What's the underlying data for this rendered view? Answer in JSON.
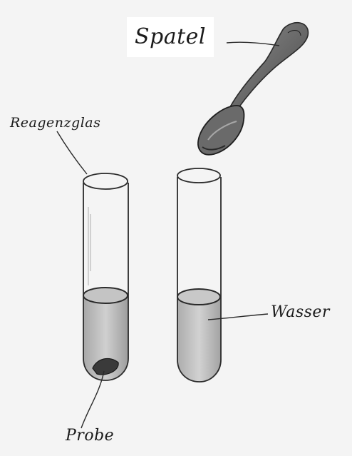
{
  "labels": {
    "spatel": "Spatel",
    "reagenzglas": "Reagenzglas",
    "wasser": "Wasser",
    "probe": "Probe"
  },
  "colors": {
    "paper": "#f4f4f4",
    "pencil": "#2a2a2a",
    "water": "#bdbdbd",
    "sample": "#3a3a3a"
  }
}
